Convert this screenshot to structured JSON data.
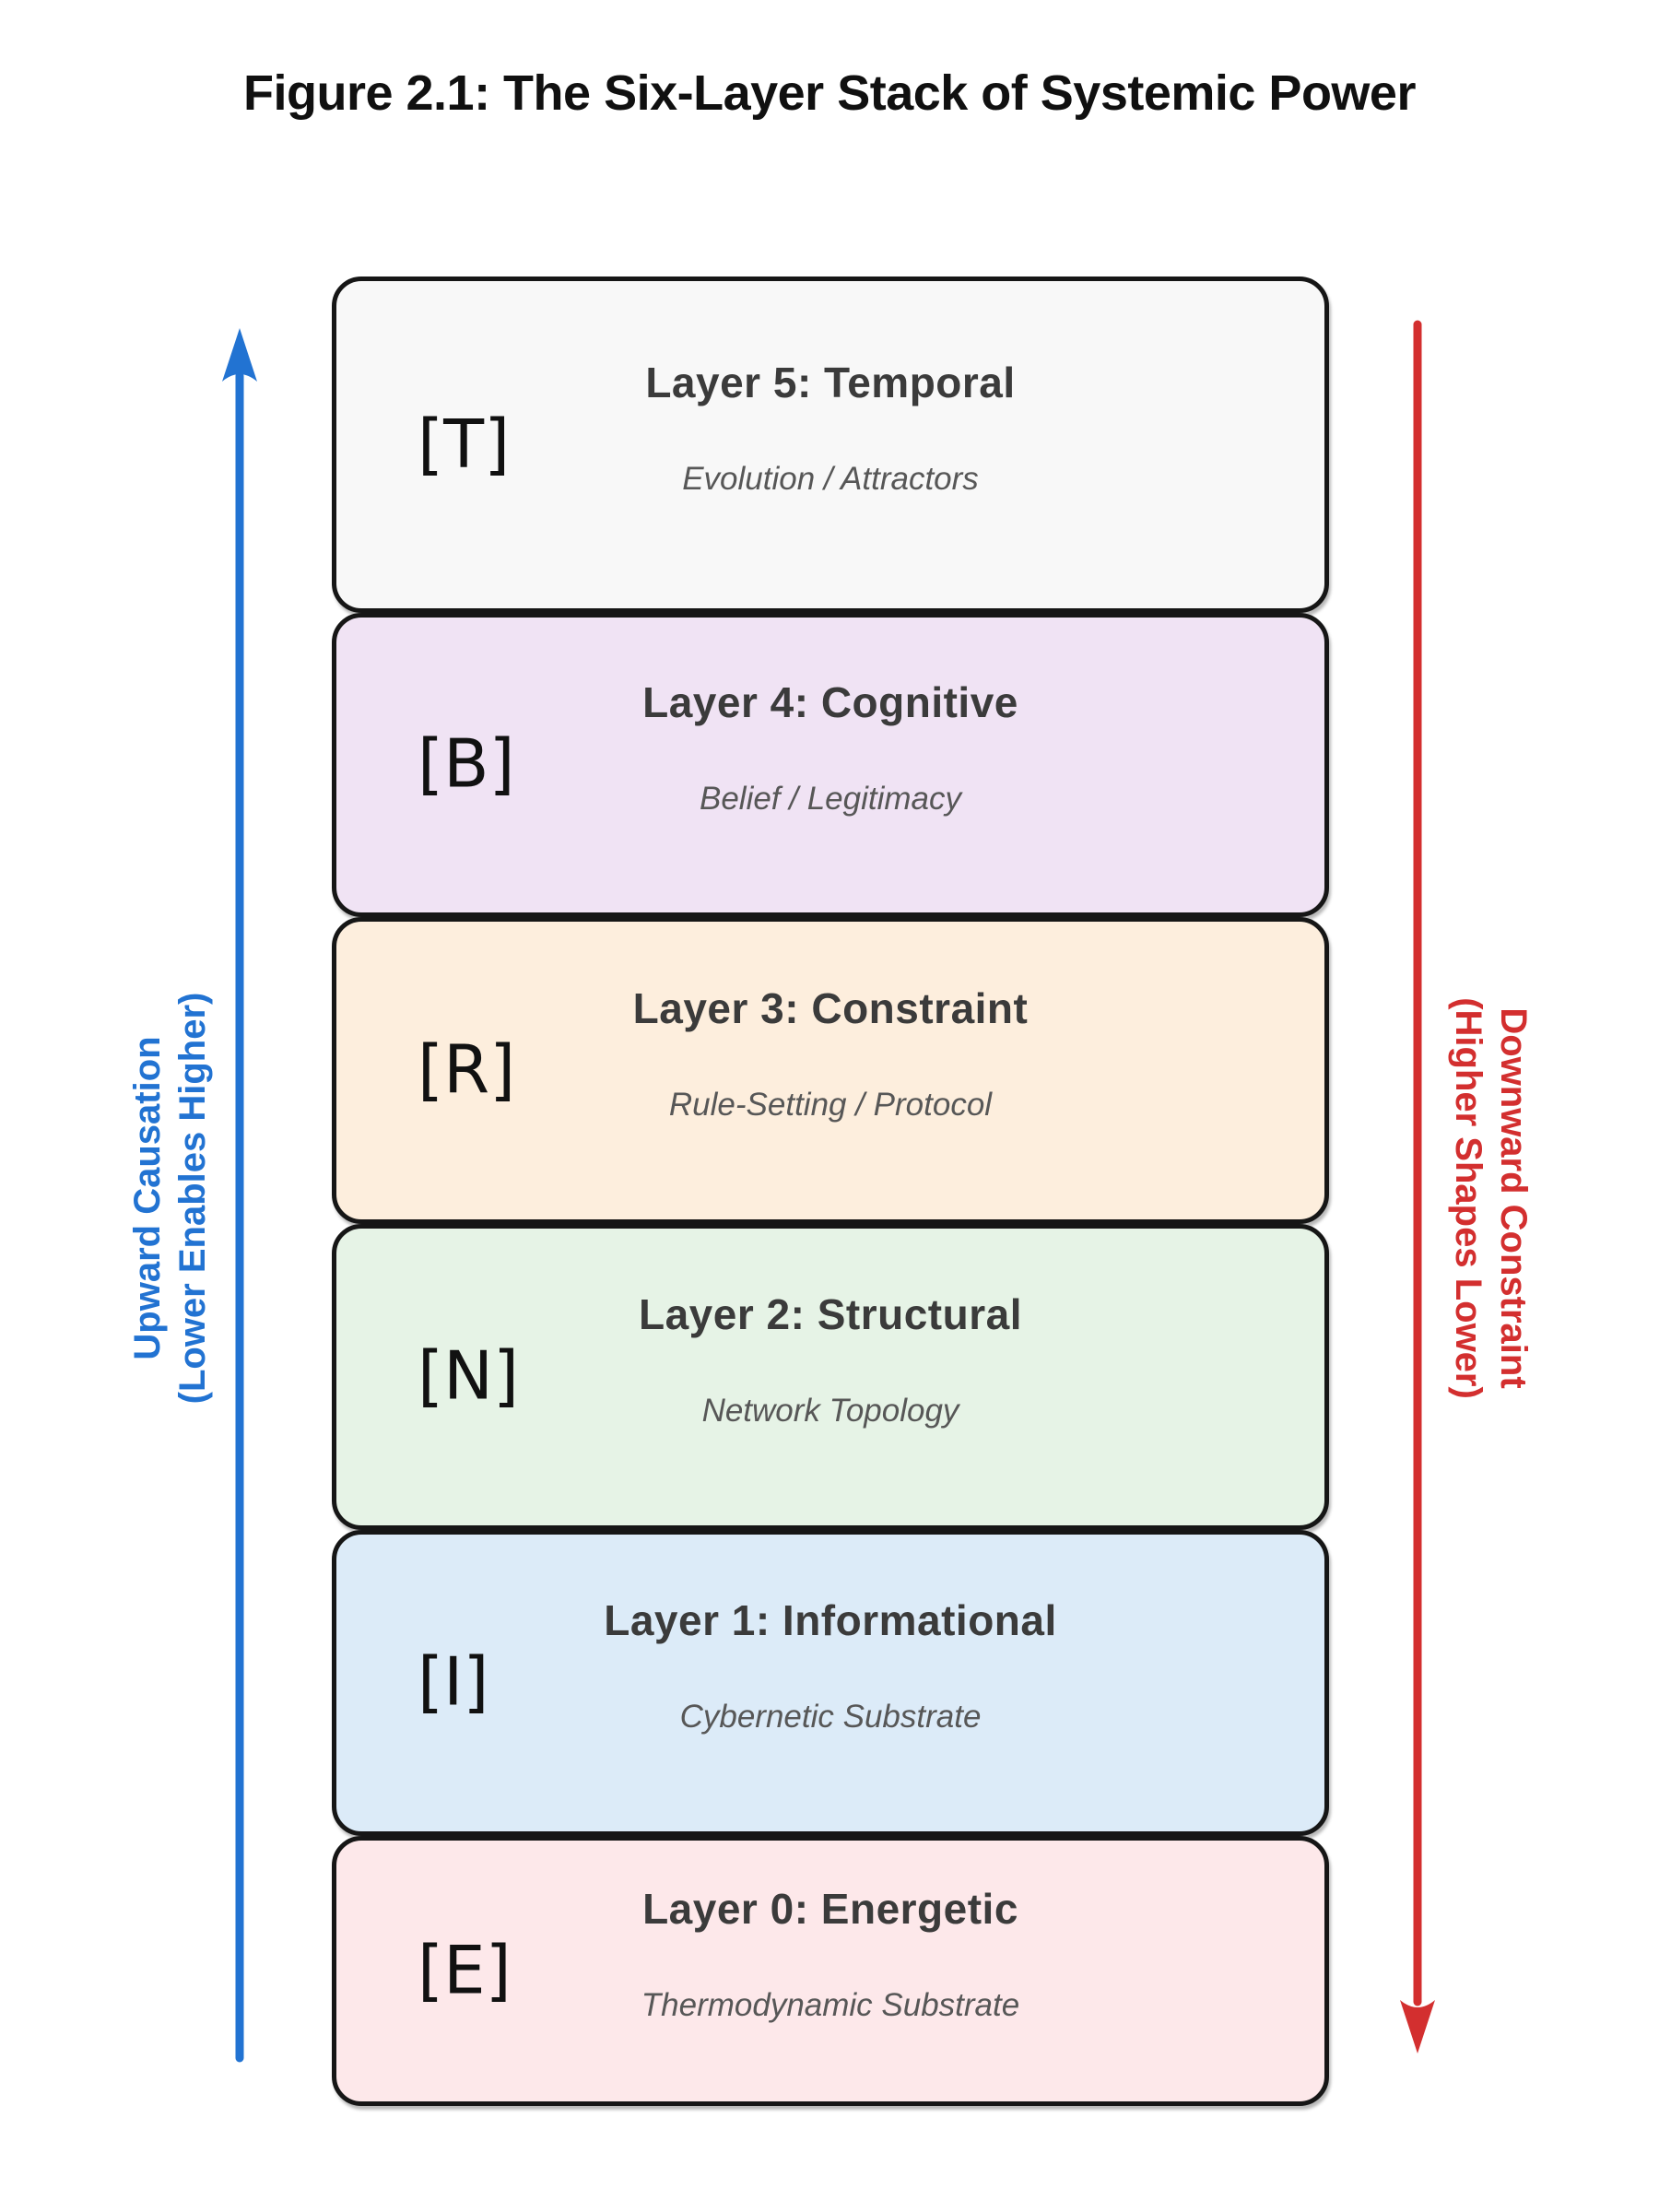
{
  "title": "Figure 2.1: The Six-Layer Stack of Systemic Power",
  "left_annotation": {
    "line1": "Upward Causation",
    "line2": "(Lower Enables Higher)",
    "color": "#2273d2"
  },
  "right_annotation": {
    "line1": "Downward Constraint",
    "line2": "(Higher Shapes Lower)",
    "color": "#d32f2f"
  },
  "layers": [
    {
      "code": "[T]",
      "title": "Layer 5: Temporal",
      "subtitle": "Evolution / Attractors",
      "bg": "#f8f8f8"
    },
    {
      "code": "[B]",
      "title": "Layer 4: Cognitive",
      "subtitle": "Belief / Legitimacy",
      "bg": "#f0e3f4"
    },
    {
      "code": "[R]",
      "title": "Layer 3: Constraint",
      "subtitle": "Rule-Setting / Protocol",
      "bg": "#fdeedd"
    },
    {
      "code": "[N]",
      "title": "Layer 2: Structural",
      "subtitle": "Network Topology",
      "bg": "#e6f3e6"
    },
    {
      "code": "[I]",
      "title": "Layer 1: Informational",
      "subtitle": "Cybernetic Substrate",
      "bg": "#dcebf8"
    },
    {
      "code": "[E]",
      "title": "Layer 0: Energetic",
      "subtitle": "Thermodynamic Substrate",
      "bg": "#fde8ea"
    }
  ],
  "stroke_color": "#161616"
}
